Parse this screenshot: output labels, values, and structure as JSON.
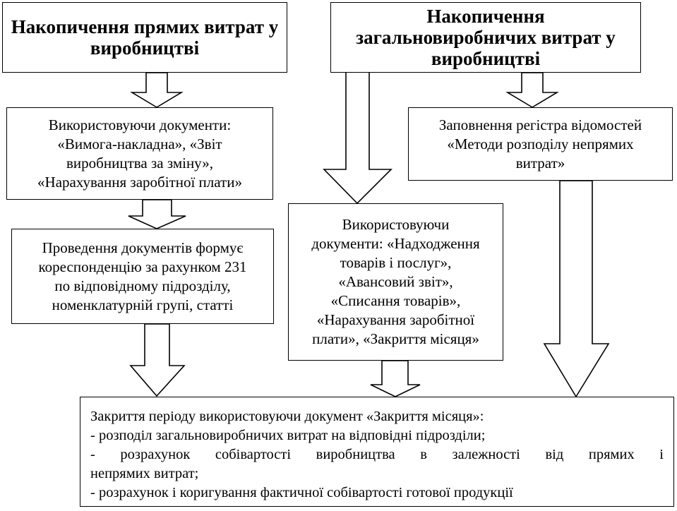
{
  "diagram": {
    "box_direct_title": "Накопичення прямих витрат у\nвиробництві",
    "box_overhead_title": "Накопичення\nзагальновиробничих витрат у\nвиробництві",
    "box_direct_documents": "Використовуючи документи:\n«Вимога-накладна», «Звіт\nвиробництва за зміну»,\n«Нарахування заробітної плати»",
    "box_register": "Заповнення регістра відомостей\n«Методи розподілу непрямих\nвитрат»",
    "box_posting": "Проведення документів формує\nкореспонденцію за рахунком 231\nпо відповідному підрозділу,\nноменклатурній групі, статті",
    "box_overhead_documents": "Використовуючи\nдокументи: «Надходження\nтоварів і послуг»,\n«Авансовий звіт»,\n«Списання товарів»,\n«Нарахування заробітної\nплати», «Закриття місяця»",
    "box_closing": {
      "line1": "Закриття періоду використовуючи документ «Закриття місяця»:",
      "line2": "- розподіл загальновиробничих витрат на відповідні підрозділи;",
      "line3": "- розрахунок собівартості виробництва в залежності від прямих і",
      "line4": "непрямих витрат;",
      "line5": "- розрахунок і коригування фактичної собівартості готової продукції"
    }
  },
  "colors": {
    "stroke": "#000000",
    "background": "#ffffff"
  }
}
